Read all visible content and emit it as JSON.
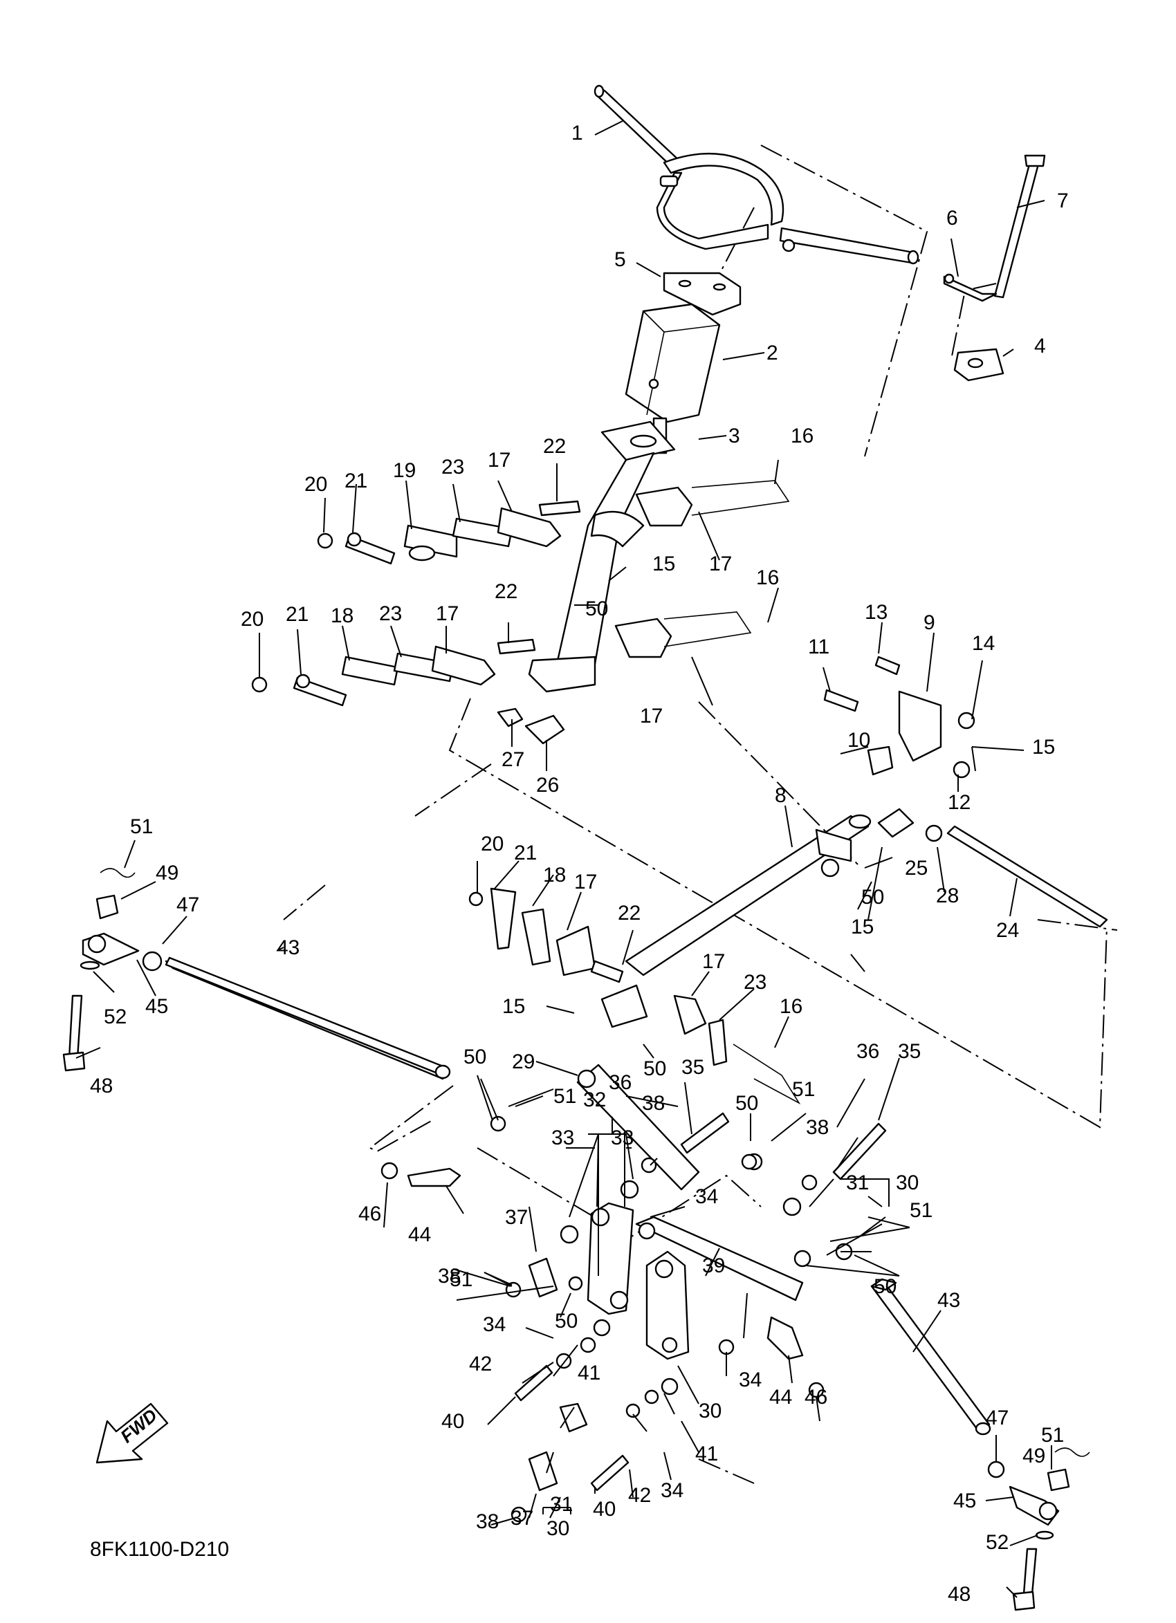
{
  "diagram_code": "8FK1100-D210",
  "fwd_label": "FWD",
  "labels": {
    "1": "1",
    "2": "2",
    "3": "3",
    "4": "4",
    "5": "5",
    "6": "6",
    "7": "7",
    "8": "8",
    "9": "9",
    "10": "10",
    "11": "11",
    "12": "12",
    "13": "13",
    "14": "14",
    "15": "15",
    "16": "16",
    "17": "17",
    "18": "18",
    "19": "19",
    "20": "20",
    "21": "21",
    "22": "22",
    "23": "23",
    "24": "24",
    "25": "25",
    "26": "26",
    "27": "27",
    "28": "28",
    "29": "29",
    "30": "30",
    "31": "31",
    "32": "32",
    "33": "33",
    "34": "34",
    "35": "35",
    "36": "36",
    "37": "37",
    "38": "38",
    "39": "39",
    "40": "40",
    "41": "41",
    "42": "42",
    "43": "43",
    "44": "44",
    "45": "45",
    "46": "46",
    "47": "47",
    "48": "48",
    "49": "49",
    "50": "50",
    "51": "51",
    "52": "52"
  }
}
